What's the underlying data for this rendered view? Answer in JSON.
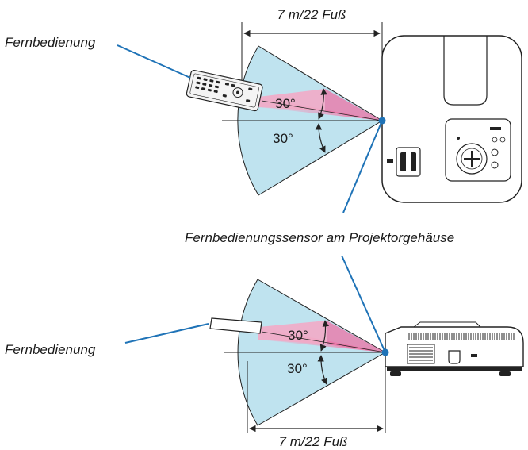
{
  "top_view": {
    "distance_label": "7 m/22 Fuß",
    "remote_label": "Fernbedienung",
    "upper_angle": "30°",
    "lower_angle": "30°"
  },
  "sensor_label": "Fernbedienungssensor am Projektorgehäuse",
  "side_view": {
    "distance_label": "7 m/22 Fuß",
    "remote_label": "Fernbedienung",
    "upper_angle": "30°",
    "lower_angle": "30°"
  },
  "colors": {
    "reception_area": "#bfe3ef",
    "angle_highlight": "#f4a7c4",
    "leader_line": "#1f73b7",
    "sensor_dot": "#1f73b7",
    "outline": "#222222"
  }
}
